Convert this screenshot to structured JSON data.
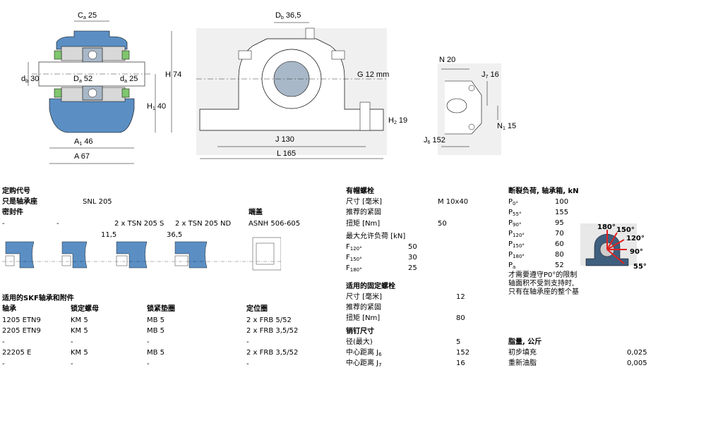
{
  "drawings": {
    "main": {
      "ca": "C",
      "ca_sub": "a",
      "ca_val": "25",
      "db": "d",
      "db_sub": "b",
      "db_val": "30",
      "Da": "D",
      "Da_sub": "a",
      "Da_val": "52",
      "da": "d",
      "da_sub": "a",
      "da_val": "25",
      "H": "H",
      "H_val": "74",
      "H1": "H",
      "H1_sub": "1",
      "H1_val": "40",
      "A1": "A",
      "A1_sub": "1",
      "A1_val": "46",
      "A": "A",
      "A_val": "67"
    },
    "front": {
      "Db": "D",
      "Db_sub": "b",
      "Db_val": "36,5",
      "G": "G",
      "G_val": "12 mm",
      "H2": "H",
      "H2_sub": "2",
      "H2_val": "19",
      "J": "J",
      "J_val": "130",
      "L": "L",
      "L_val": "165"
    },
    "side": {
      "N": "N",
      "N_val": "20",
      "J7": "J",
      "J7_sub": "7",
      "J7_val": "16",
      "N1": "N",
      "N1_sub": "1",
      "N1_val": "15",
      "J6": "J",
      "J6_sub": "6",
      "J6_val": "152"
    }
  },
  "designation": {
    "title": "定购代号",
    "housing_label": "只是轴承座",
    "housing_value": "SNL 205",
    "seals_label": "密封件",
    "end_cover_label": "端盖",
    "seals": [
      "-",
      "-",
      "2 x TSN 205 S",
      "2 x TSN 205 ND"
    ],
    "end_cover": "ASNH 506-605",
    "seal_dims": [
      "11,5",
      "36,5"
    ]
  },
  "accessories": {
    "title": "适用的SKF轴承和附件",
    "headers": [
      "轴承",
      "锁定螺母",
      "锁紧垫圈",
      "定位圈"
    ],
    "rows": [
      [
        "1205 ETN9",
        "KM 5",
        "MB 5",
        "2 x FRB 5/52"
      ],
      [
        "2205 ETN9",
        "KM 5",
        "MB 5",
        "2 x FRB 3,5/52"
      ],
      [
        "-",
        "-",
        "-",
        "-"
      ],
      [
        "22205 E",
        "KM 5",
        "MB 5",
        "2 x FRB 3,5/52"
      ],
      [
        "-",
        "-",
        "-",
        "-"
      ]
    ]
  },
  "cap_bolts": {
    "title": "有帽螺栓",
    "size_label": "尺寸 [毫米]",
    "size_value": "M 10x40",
    "rec_label": "推荐的紧固",
    "torque_label": "扭矩 [Nm]",
    "torque_value": "50",
    "max_load_label": "最大允许负荷 [kN]",
    "loads": [
      {
        "sym": "F",
        "sub": "120°",
        "value": "50"
      },
      {
        "sym": "F",
        "sub": "150°",
        "value": "30"
      },
      {
        "sym": "F",
        "sub": "180°",
        "value": "25"
      }
    ]
  },
  "fix_bolts": {
    "title": "适用的固定螺栓",
    "size_label": "尺寸 [毫米]",
    "size_value": "12",
    "rec_label": "推荐的紧固",
    "torque_label": "扭矩 [Nm]",
    "torque_value": "80"
  },
  "dowel": {
    "title": "销钉尺寸",
    "rows": [
      {
        "label": "径(最大)",
        "sub": "",
        "value": "5"
      },
      {
        "label": "中心距离 J",
        "sub": "6",
        "value": "152"
      },
      {
        "label": "中心距离 J",
        "sub": "7",
        "value": "16"
      }
    ]
  },
  "breaking": {
    "title": "断裂负荷, 轴承箱, kN",
    "rows": [
      {
        "sym": "P",
        "sub": "0°",
        "value": "100"
      },
      {
        "sym": "P",
        "sub": "55°",
        "value": "155"
      },
      {
        "sym": "P",
        "sub": "90°",
        "value": "95"
      },
      {
        "sym": "P",
        "sub": "120°",
        "value": "70"
      },
      {
        "sym": "P",
        "sub": "150°",
        "value": "60"
      },
      {
        "sym": "P",
        "sub": "180°",
        "value": "80"
      },
      {
        "sym": "P",
        "sub": "a",
        "value": "52"
      }
    ],
    "note": [
      "才需要遵守P0°的限制",
      "轴面积不受到支持时,",
      "只有在轴承座的整个基"
    ],
    "angles": [
      "180°",
      "150°",
      "120°",
      "90°",
      "55°"
    ]
  },
  "grease": {
    "title": "脂量, 公斤",
    "rows": [
      {
        "label": "初步填充",
        "value": "0,025"
      },
      {
        "label": "重新油脂",
        "value": "0,005"
      }
    ]
  },
  "colors": {
    "housing": "#5b8fc4",
    "seal": "#7fc66e",
    "line": "#000000"
  }
}
